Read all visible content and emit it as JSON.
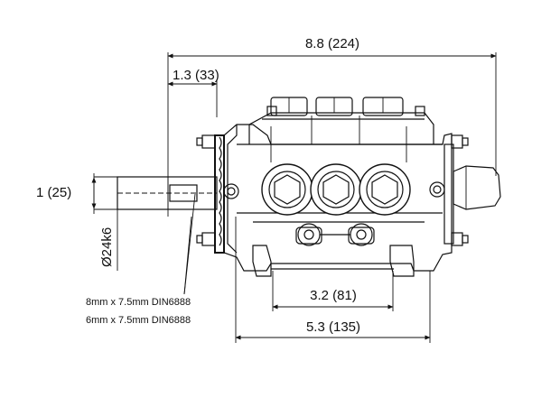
{
  "dimensions": {
    "overall_length": "8.8 (224)",
    "shaft_offset": "1.3 (33)",
    "shaft_length": "1 (25)",
    "shaft_diameter": "Ø24k6",
    "mount_spacing": "3.2 (81)",
    "base_width": "5.3 (135)"
  },
  "keys": {
    "key_1": "8mm x 7.5mm DIN6888",
    "key_2": "6mm x 7.5mm DIN6888"
  }
}
